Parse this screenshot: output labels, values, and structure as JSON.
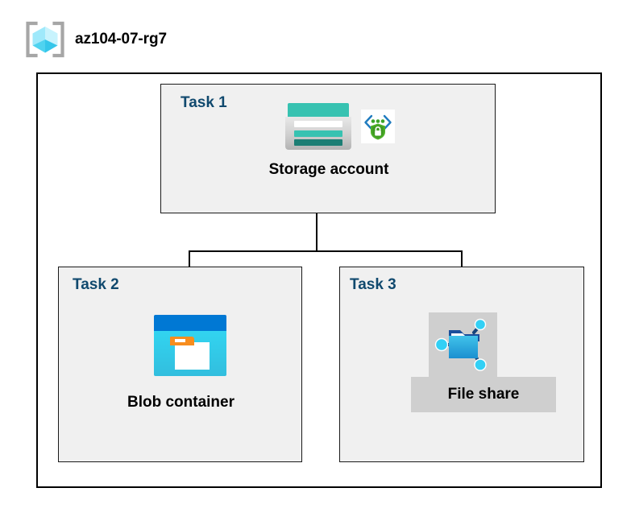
{
  "diagram": {
    "title": "az104-07-rg7",
    "resource_group_icon": "resource-group-cube-icon",
    "accent_task_color": "#10496e",
    "box_fill": "#f0f0f0",
    "border_color": "#000000",
    "highlight_color": "#cfcfcf",
    "tasks": [
      {
        "id": "task1",
        "label": "Task 1",
        "node_caption": "Storage account",
        "icons": [
          "storage-account-icon",
          "secure-endpoint-shield-lock-icon"
        ],
        "selected": false
      },
      {
        "id": "task2",
        "label": "Task 2",
        "node_caption": "Blob container",
        "icons": [
          "blob-container-icon"
        ],
        "selected": false
      },
      {
        "id": "task3",
        "label": "Task 3",
        "node_caption": "File share",
        "icons": [
          "file-share-folder-icon"
        ],
        "selected": true
      }
    ]
  }
}
